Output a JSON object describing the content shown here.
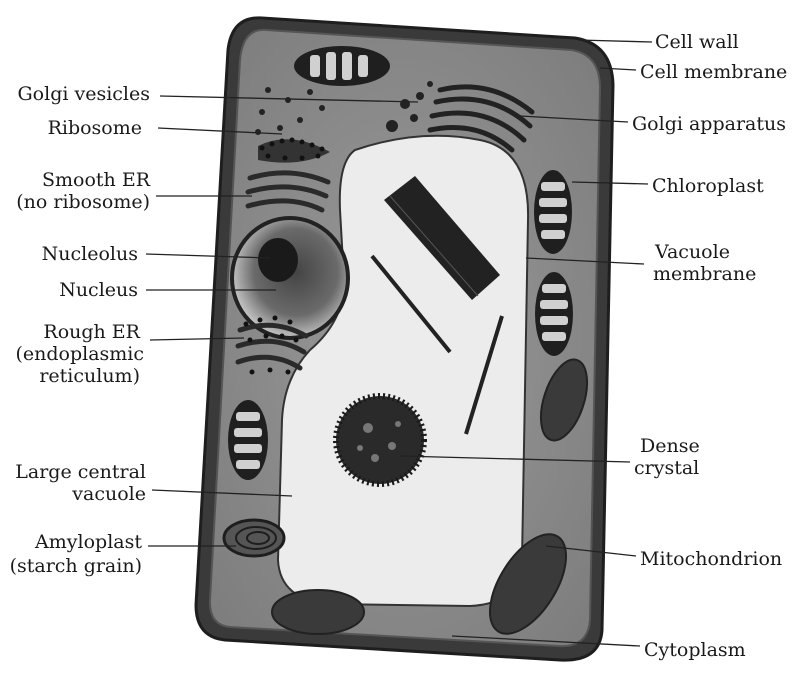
{
  "labels": {
    "cell_wall": "Cell wall",
    "cell_membrane": "Cell membrane",
    "golgi_vesicles": "Golgi vesicles",
    "golgi_apparatus": "Golgi apparatus",
    "ribosome": "Ribosome",
    "smooth_er": [
      "Smooth ER",
      "(no ribosome)"
    ],
    "chloroplast": "Chloroplast",
    "nucleolus": "Nucleolus",
    "nucleus": "Nucleus",
    "vacuole_membrane": [
      "Vacuole",
      "membrane"
    ],
    "rough_er": [
      "Rough ER",
      "(endoplasmic",
      "reticulum)"
    ],
    "dense_crystal": [
      "Dense",
      "crystal"
    ],
    "large_central_vacuole": [
      "Large central",
      "vacuole"
    ],
    "amyloplast": [
      "Amyloplast",
      "(starch grain)"
    ],
    "mitochondrion": "Mitochondrion",
    "cytoplasm": "Cytoplasm"
  },
  "colors": {
    "cell_wall": "#3a3a3a",
    "cytoplasm": "#8a8a8a",
    "vacuole": "#e9e9e9",
    "organelle_dark": "#2e2e2e",
    "organelle_mid": "#5a5a5a"
  }
}
